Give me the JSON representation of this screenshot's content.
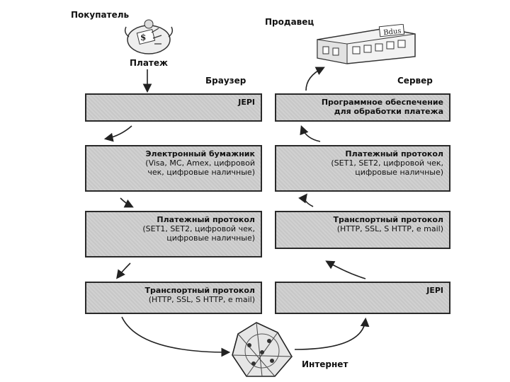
{
  "labels": {
    "buyer": "Покупатель",
    "seller": "Продавец",
    "payment": "Платеж",
    "browser": "Браузер",
    "server": "Сервер",
    "internet": "Интернет",
    "shop_sign": "Bdus"
  },
  "left_column": [
    {
      "title": "JEPI",
      "lines": []
    },
    {
      "title": "Электронный бумажник",
      "lines": [
        "(Visa, MC, Amex, цифровой",
        "чек, цифровые наличные)"
      ]
    },
    {
      "title": "Платежный протокол",
      "lines": [
        "(SET1, SET2, цифровой чек,",
        "цифровые наличные)"
      ]
    },
    {
      "title": "Транспортный протокол",
      "lines": [
        "(HTTP, SSL, S HTTP, e mail)"
      ]
    }
  ],
  "right_column": [
    {
      "title": "Программное обеспечение",
      "lines": [
        "для обработки платежа"
      ],
      "sub_bold": true
    },
    {
      "title": "Платежный протокол",
      "lines": [
        "(SET1, SET2, цифровой чек,",
        "цифровые наличные)"
      ]
    },
    {
      "title": "Транспортный протокол",
      "lines": [
        "(HTTP, SSL, S HTTP, e mail)"
      ]
    },
    {
      "title": "JEPI",
      "lines": []
    }
  ]
}
